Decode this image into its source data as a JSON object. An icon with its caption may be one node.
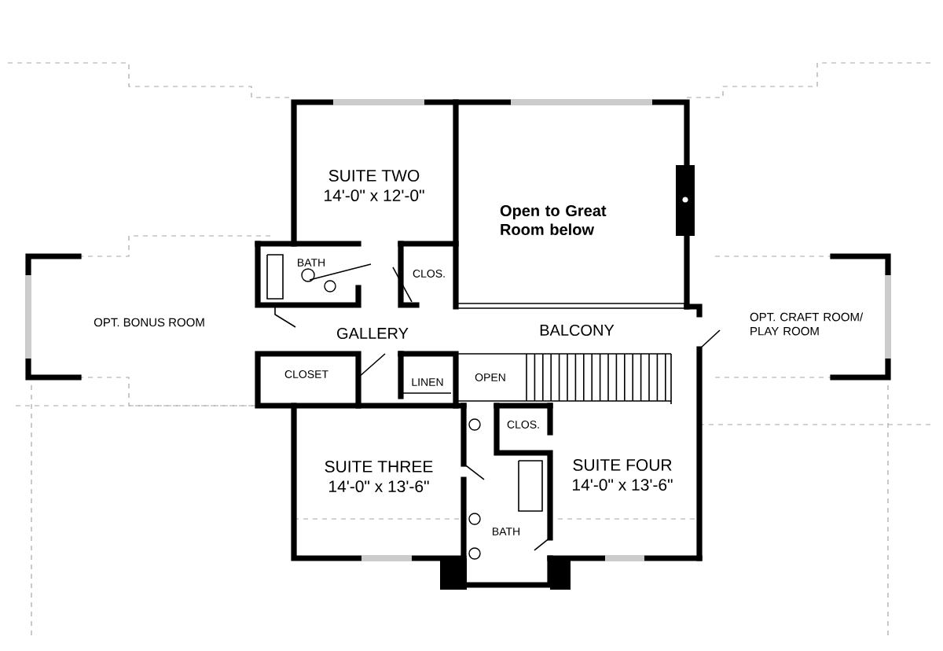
{
  "diagram": {
    "nodes": [
      {
        "text": [
          "SUITE TWO",
          "14'-0\" x 12'-0\""
        ]
      },
      {
        "text": [
          "Open to Great Room below"
        ]
      },
      {
        "text": [
          "BATH"
        ]
      },
      {
        "text": [
          "CLOS."
        ]
      },
      {
        "text": [
          "OPT. BONUS ROOM"
        ]
      },
      {
        "text": [
          "GALLERY"
        ]
      },
      {
        "text": [
          "BALCONY"
        ]
      },
      {
        "text": [
          "OPT. CRAFT ROOM/ PLAY ROOM"
        ]
      },
      {
        "text": [
          "CLOSET"
        ]
      },
      {
        "text": [
          "LINEN"
        ]
      },
      {
        "text": [
          "OPEN"
        ]
      },
      {
        "text": [
          "CLOS."
        ]
      },
      {
        "text": [
          "SUITE THREE",
          "14'-0\" x 13'-6\""
        ]
      },
      {
        "text": [
          "SUITE FOUR",
          "14'-0\" x 13'-6\""
        ]
      },
      {
        "text": [
          "BATH"
        ]
      }
    ]
  }
}
